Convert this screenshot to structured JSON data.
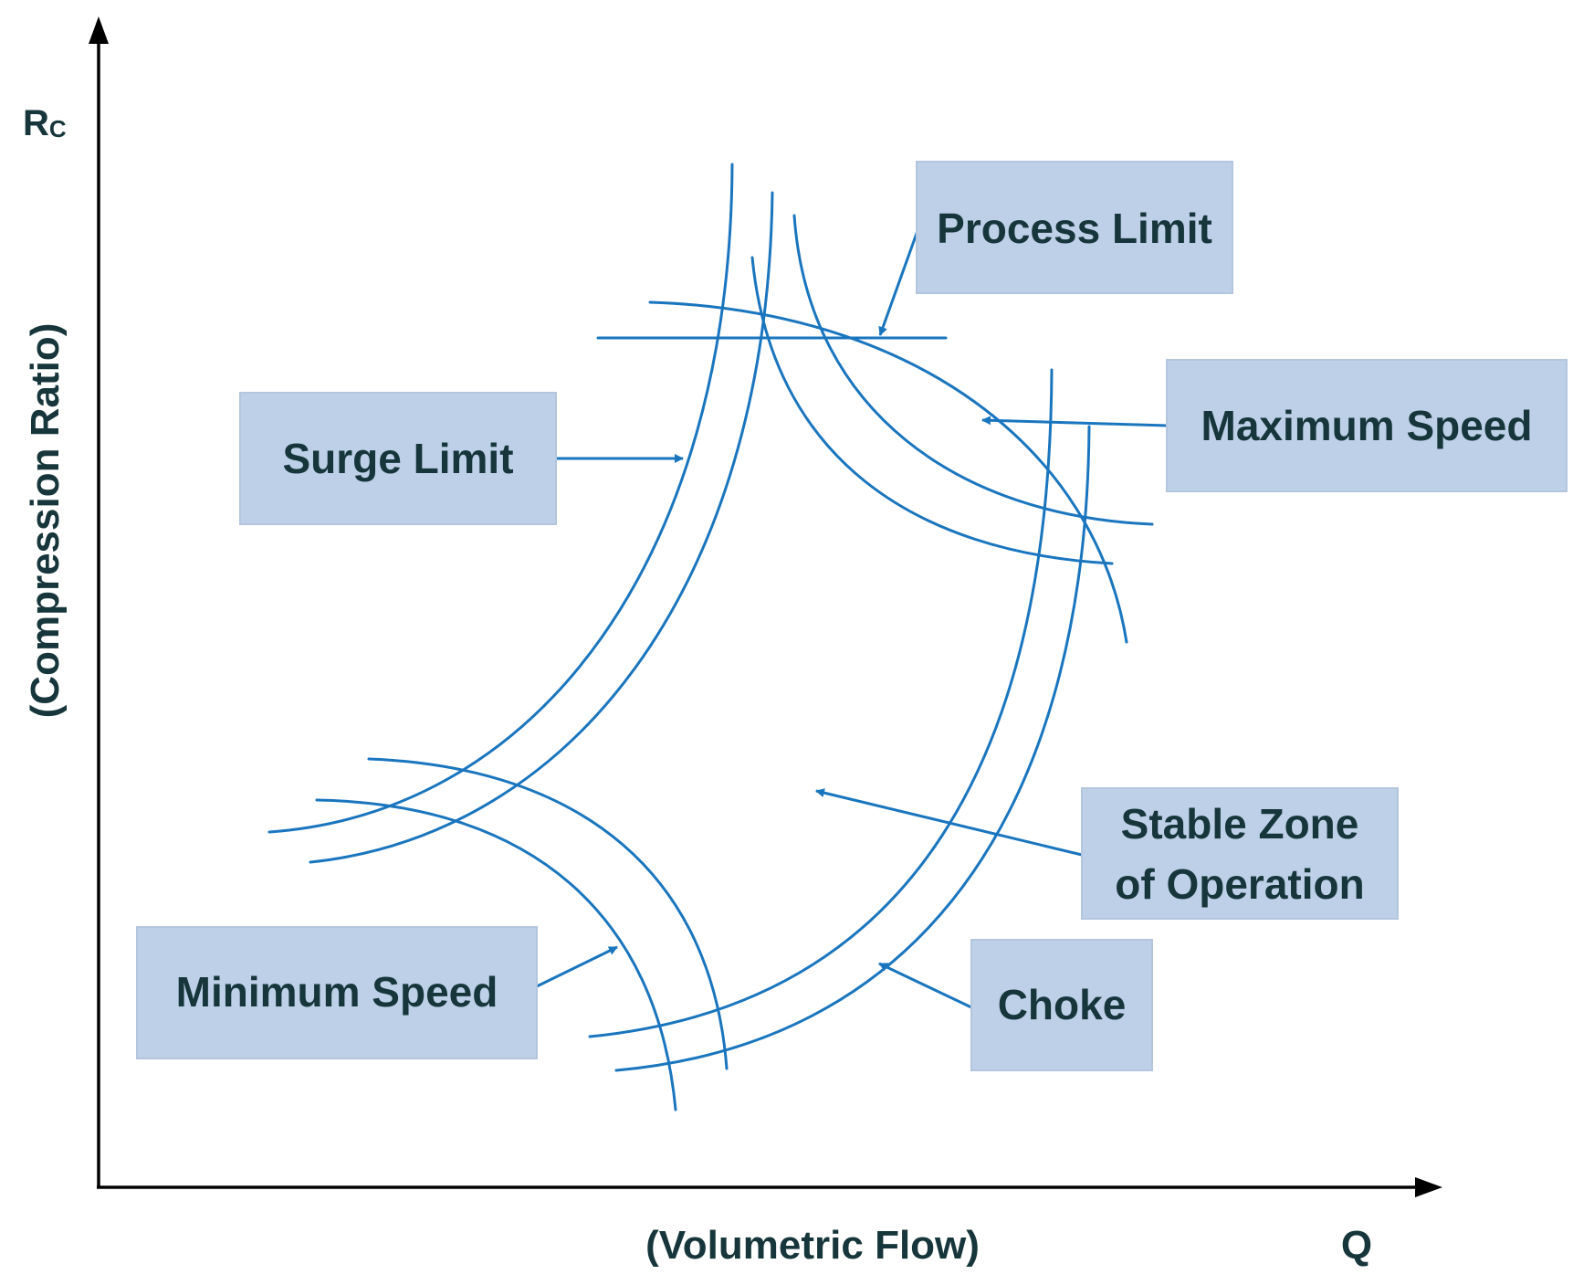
{
  "colors": {
    "curve": "#1a75bf",
    "box_fill": "#bdd0e8",
    "text": "#17363b",
    "axis": "#000000"
  },
  "axes": {
    "y_symbol": "R",
    "y_symbol_sub": "C",
    "y_label": "(Compression Ratio)",
    "x_label": "(Volumetric Flow)",
    "x_symbol": "Q"
  },
  "labels": {
    "process_limit": "Process Limit",
    "maximum_speed": "Maximum Speed",
    "surge_limit": "Surge Limit",
    "stable_zone_line1": "Stable Zone",
    "stable_zone_line2": "of Operation",
    "minimum_speed": "Minimum Speed",
    "choke": "Choke"
  }
}
